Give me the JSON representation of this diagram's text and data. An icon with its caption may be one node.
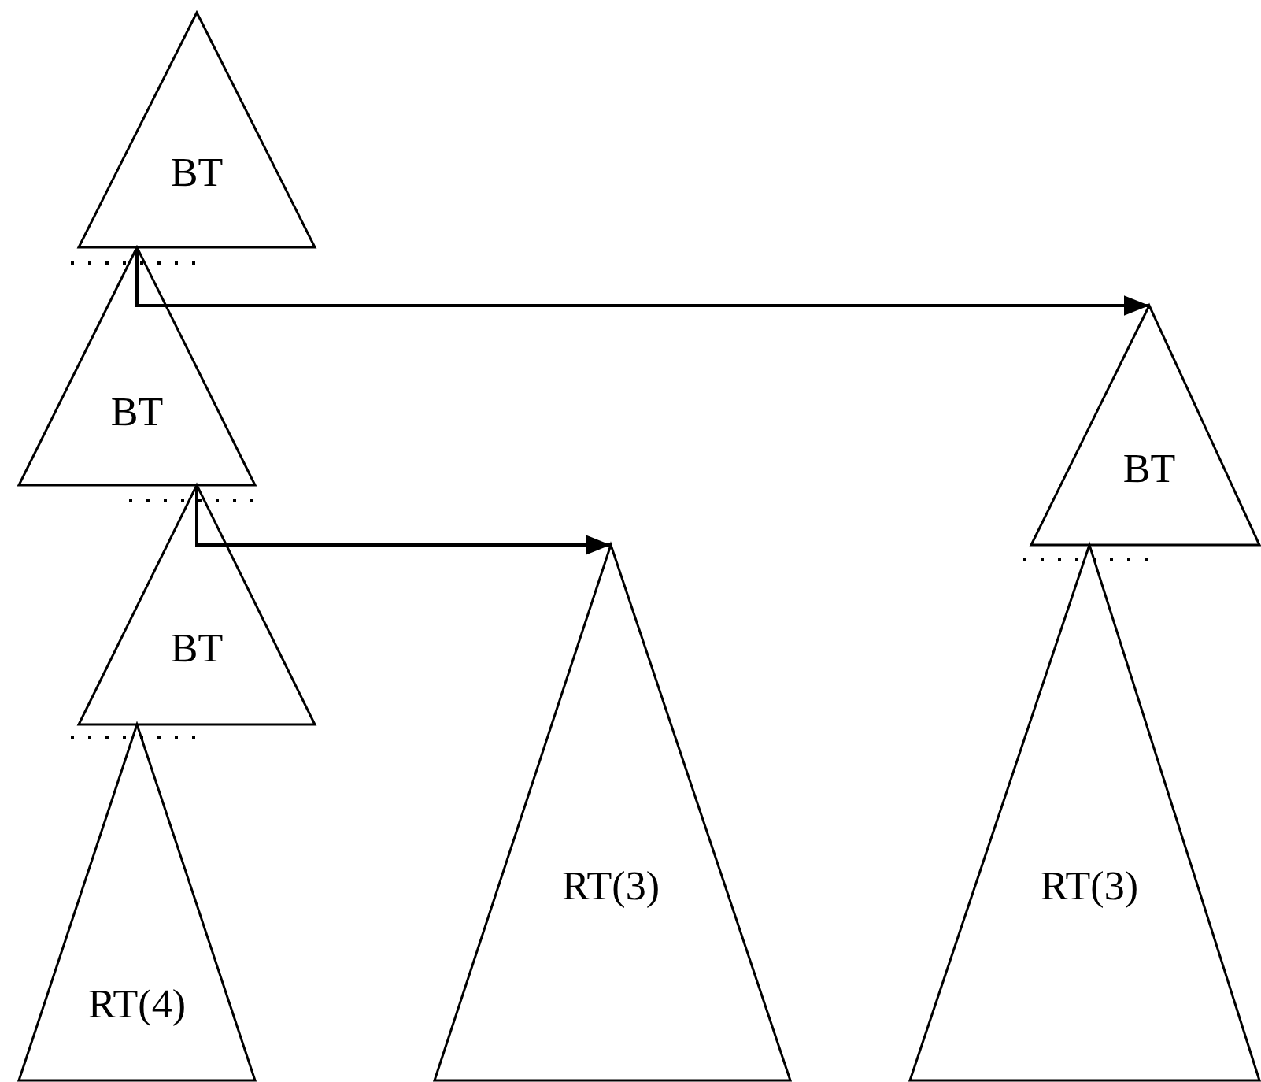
{
  "diagram": {
    "nodes": [
      {
        "text": [
          "BT"
        ]
      },
      {
        "text": [
          "BT"
        ]
      },
      {
        "text": [
          "BT"
        ]
      },
      {
        "text": [
          "RT(4)"
        ]
      },
      {
        "text": [
          "RT(3)"
        ]
      },
      {
        "text": [
          "BT"
        ]
      },
      {
        "text": [
          "RT(3)"
        ]
      }
    ],
    "edges": [
      {
        "from": 1,
        "to": 5,
        "arrow": "to"
      },
      {
        "from": 2,
        "to": 4,
        "arrow": "to"
      }
    ]
  }
}
